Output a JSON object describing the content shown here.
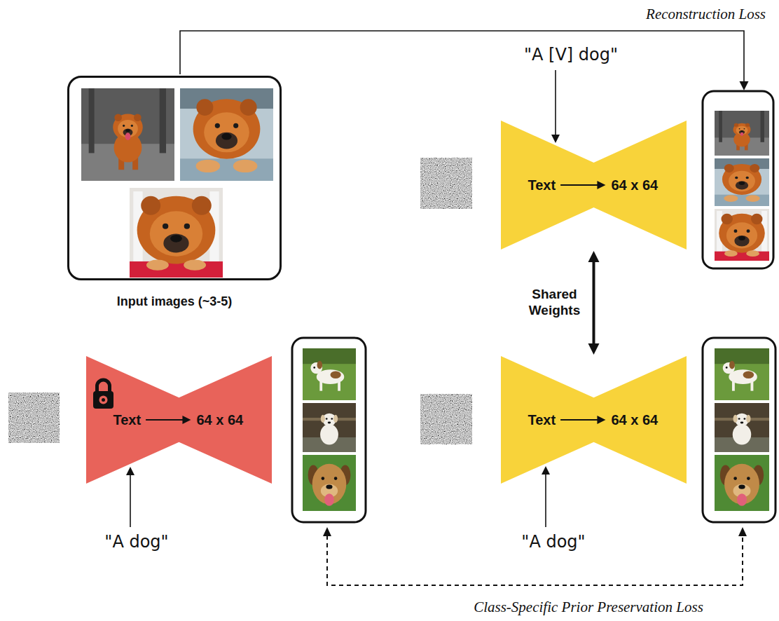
{
  "diagram": {
    "nodes": [
      {
        "text": [
          "Input images (~3-5)"
        ]
      },
      {
        "text": [
          "Text",
          "64 x 64"
        ]
      },
      {
        "text": [
          "Text",
          "64 x 64"
        ]
      },
      {
        "text": [
          "Text",
          "64 x 64"
        ]
      }
    ],
    "edges": [
      {
        "from": 1,
        "to": 3,
        "arrow": "both",
        "label": "Shared Weights"
      }
    ],
    "labels": [
      "Reconstruction Loss",
      "\"A [V] dog\"",
      "\"A dog\"",
      "\"A dog\"",
      "Class-Specific Prior Preservation Loss"
    ]
  }
}
